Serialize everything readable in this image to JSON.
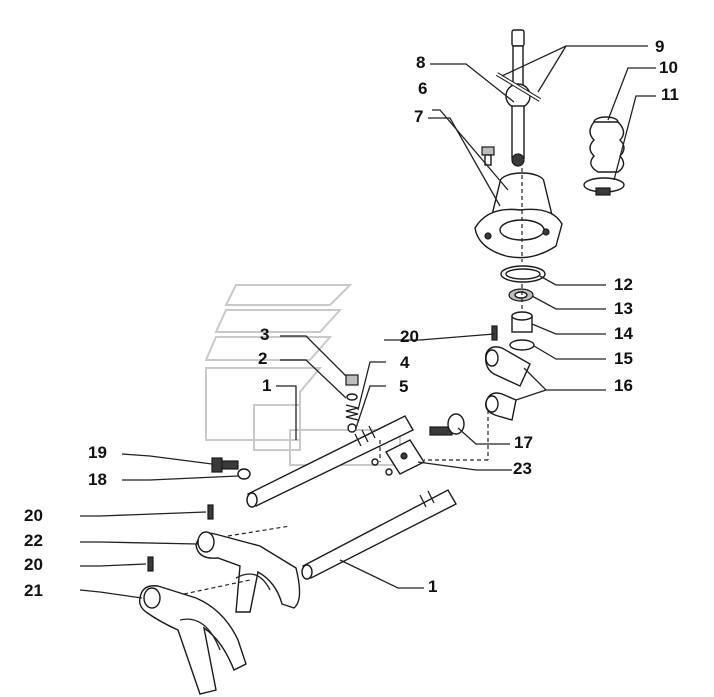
{
  "callouts": {
    "c1a": "1",
    "c1b": "1",
    "c2": "2",
    "c3": "3",
    "c4": "4",
    "c5": "5",
    "c6": "6",
    "c7": "7",
    "c8": "8",
    "c9": "9",
    "c10": "10",
    "c11": "11",
    "c12": "12",
    "c13": "13",
    "c14": "14",
    "c15": "15",
    "c16": "16",
    "c17": "17",
    "c18": "18",
    "c19": "19",
    "c20a": "20",
    "c20b": "20",
    "c20c": "20",
    "c21": "21",
    "c22": "22",
    "c23": "23"
  }
}
